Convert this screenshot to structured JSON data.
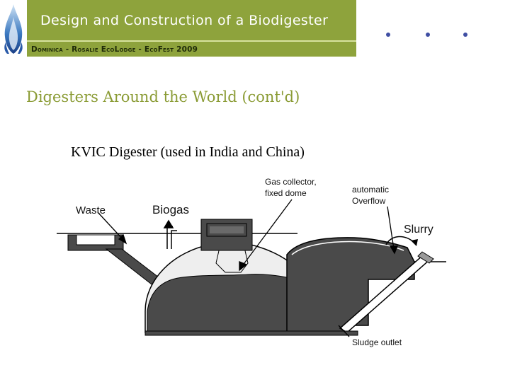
{
  "header": {
    "title": "Design and Construction of a Biodigester",
    "subtitle": "Dominica - Rosalie EcoLodge - EcoFest 2009",
    "brand_color": "#8ea33c",
    "accent_dot_color": "#3f4ea3"
  },
  "slide": {
    "title": "Digesters Around the World (cont'd)",
    "caption": "KVIC Digester (used in India and China)"
  },
  "diagram": {
    "labels": {
      "waste": "Waste",
      "biogas": "Biogas",
      "gas_collector_line1": "Gas collector,",
      "gas_collector_line2": "fixed dome",
      "overflow_line1": "automatic",
      "overflow_line2": "Overflow",
      "slurry": "Slurry",
      "sludge_outlet": "Sludge outlet"
    },
    "colors": {
      "slurry_fill": "#4a4a4a",
      "gas_space": "#eeeeee",
      "outline": "#000000"
    }
  }
}
